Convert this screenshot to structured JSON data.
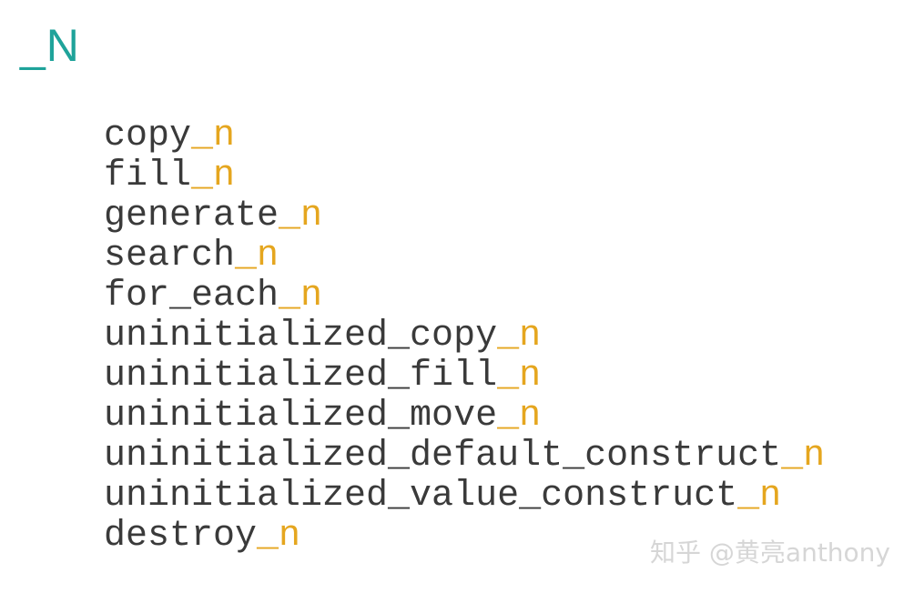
{
  "heading": "_N",
  "suffix": "_n",
  "algorithms": [
    "copy",
    "fill",
    "generate",
    "search",
    "for_each",
    "uninitialized_copy",
    "uninitialized_fill",
    "uninitialized_move",
    "uninitialized_default_construct",
    "uninitialized_value_construct",
    "destroy"
  ],
  "watermark": "知乎 @黄亮anthony",
  "colors": {
    "heading": "#1fa39a",
    "text": "#3a3a3a",
    "suffix": "#e5a61f",
    "watermark": "#d6d6d6"
  }
}
